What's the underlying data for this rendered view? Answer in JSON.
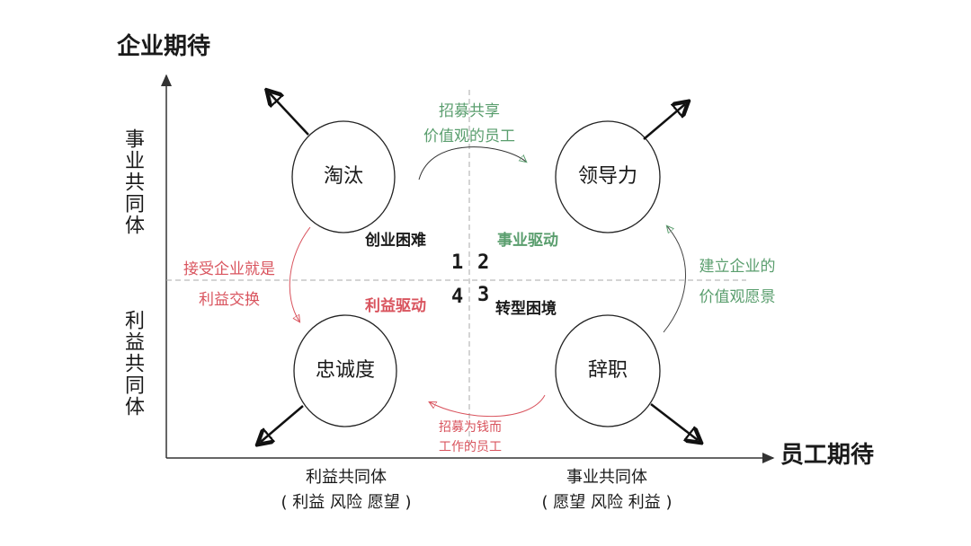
{
  "axes": {
    "y_title": "企业期待",
    "x_title": "员工期待",
    "y_upper_label": "事业共同体",
    "y_lower_label": "利益共同体",
    "x_left_label": "利益共同体",
    "x_left_sub": "( 利益 风险 愿望 )",
    "x_right_label": "事业共同体",
    "x_right_sub": "( 愿望 风险 利益 )"
  },
  "circles": {
    "top_left": "淘汰",
    "top_right": "领导力",
    "bottom_left": "忠诚度",
    "bottom_right": "辞职"
  },
  "quadrants": {
    "q1": {
      "number": "1",
      "label": "创业困难"
    },
    "q2": {
      "number": "2",
      "label": "事业驱动"
    },
    "q3": {
      "number": "3",
      "label": "转型困境"
    },
    "q4": {
      "number": "4",
      "label": "利益驱动"
    }
  },
  "transitions": {
    "top": {
      "line1": "招募共享",
      "line2": "价值观的员工"
    },
    "right": {
      "line1": "建立企业的",
      "line2": "价值观愿景"
    },
    "left": {
      "line1": "接受企业就是",
      "line2": "利益交换"
    },
    "bottom": {
      "line1": "招募为钱而",
      "line2": "工作的员工"
    }
  },
  "colors": {
    "green": "#5a9e6e",
    "red": "#d9545e",
    "ink": "#1a1a1a"
  }
}
